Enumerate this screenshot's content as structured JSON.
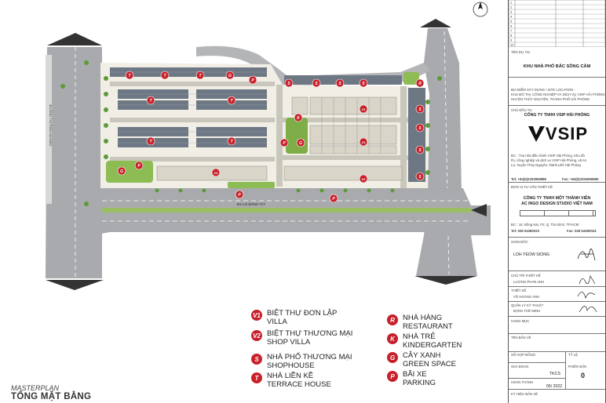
{
  "plan": {
    "side_road_label": "ĐƯỜNG THỊ TRẤN NÚI ĐÈO",
    "main_road_label": "ĐẠI LỘ ĐÔNG TÂY",
    "badges": [
      {
        "code": "T",
        "kind": "terrace"
      },
      {
        "code": "T",
        "kind": "terrace"
      },
      {
        "code": "T",
        "kind": "terrace"
      },
      {
        "code": "G",
        "kind": "green"
      },
      {
        "code": "P",
        "kind": "parking"
      },
      {
        "code": "S",
        "kind": "shop"
      },
      {
        "code": "S",
        "kind": "shop"
      },
      {
        "code": "S",
        "kind": "shop"
      },
      {
        "code": "S",
        "kind": "shop"
      },
      {
        "code": "R",
        "kind": "restaurant"
      },
      {
        "code": "T",
        "kind": "terrace"
      },
      {
        "code": "T",
        "kind": "terrace"
      },
      {
        "code": "K",
        "kind": "kindergarten"
      },
      {
        "code": "V1",
        "kind": "villa"
      },
      {
        "code": "S",
        "kind": "shop"
      },
      {
        "code": "S",
        "kind": "shop"
      },
      {
        "code": "T",
        "kind": "terrace"
      },
      {
        "code": "T",
        "kind": "terrace"
      },
      {
        "code": "P",
        "kind": "parking"
      },
      {
        "code": "G",
        "kind": "green"
      },
      {
        "code": "V1",
        "kind": "villa"
      },
      {
        "code": "S",
        "kind": "shop"
      },
      {
        "code": "G",
        "kind": "green"
      },
      {
        "code": "P",
        "kind": "parking"
      },
      {
        "code": "V2",
        "kind": "shop-villa"
      },
      {
        "code": "V2",
        "kind": "shop-villa"
      },
      {
        "code": "S",
        "kind": "shop"
      },
      {
        "code": "P",
        "kind": "parking"
      },
      {
        "code": "P",
        "kind": "parking"
      }
    ]
  },
  "legend": [
    {
      "code": "V1",
      "vi": "BIỆT THỰ ĐƠN LẬP",
      "en": "VILLA"
    },
    {
      "code": "V2",
      "vi": "BIỆT THỰ THƯƠNG MẠI",
      "en": "SHOP VILLA"
    },
    {
      "code": "S",
      "vi": "NHÀ PHỐ THƯƠNG MẠI",
      "en": "SHOPHOUSE"
    },
    {
      "code": "T",
      "vi": "NHÀ LIỀN KỀ",
      "en": "TERRACE HOUSE"
    },
    {
      "code": "R",
      "vi": "NHÀ HÀNG",
      "en": "RESTAURANT"
    },
    {
      "code": "K",
      "vi": "NHÀ TRẺ",
      "en": "KINDERGARTEN"
    },
    {
      "code": "G",
      "vi": "CÂY XANH",
      "en": "GREEN SPACE"
    },
    {
      "code": "P",
      "vi": "BÃI XE",
      "en": "PARKING"
    }
  ],
  "masterplan_label": "MASTERPLAN",
  "masterplan_title": "TỔNG MẶT BẰNG",
  "title_block": {
    "revision_numbers": [
      "1",
      "2",
      "3",
      "4",
      "5",
      "6",
      "7",
      "8",
      "9",
      "10"
    ],
    "project_heading": "TÊN DỰ ÁN",
    "project_name": "KHU NHÀ PHỐ BẮC SÔNG CẤM",
    "location_heading": "ĐỊA ĐIỂM XÂY DỰNG / SITE LOCATION :",
    "location_line1": "KHU ĐÔ THỊ, CÔNG NGHIỆP VÀ DỊCH VỤ VSIP HẢI PHÒNG",
    "location_line2": "HUYỆN THỦY NGUYÊN, THÀNH PHỐ HẢI PHÒNG",
    "owner_heading": "CHỦ ĐẦU TƯ",
    "owner_name": "CÔNG TY TNHH VSIP HẢI PHÒNG",
    "logo_text": "VSIP",
    "owner_address1": "ĐC : Tòa nhà điều hành VSIP Hải Phòng, Khu đô",
    "owner_address2": "thị, công nghiệp và dịch vụ VSIP Hải Phòng, xã An",
    "owner_address3": "Lư, huyện Thủy Nguyên, thành phố Hải Phòng",
    "owner_phone": "Tel: +84(0)2253959888",
    "owner_fax": "Fax: +84(0)2253959889",
    "consultant_heading": "ĐƠN VỊ TƯ VẤN THIẾT KẾ",
    "consultant_name1": "CÔNG TY TNHH MỘT THÀNH VIÊN",
    "consultant_name2": "AC INGO DESIGN STUDIO VIỆT NAM",
    "consultant_address": "ĐC : 18, Đồng Nai, P2, Q. Tân Bình, TP.HCM",
    "consultant_tel": "Tel: 028 54380023",
    "consultant_fax": "Fax: 028 54380024",
    "director_heading": "GIÁM ĐỐC",
    "director_name": "LOH YEOW SIONG",
    "lead_designer_heading": "CHỦ TRÌ THIẾT KẾ",
    "lead_designer_name": "LƯƠNG PHAN ANH",
    "designer_heading": "THIẾT KẾ",
    "designer_name": "VÕ HOÀNG ANH",
    "qa_heading": "QUẢN LÝ KỸ THUẬT",
    "qa_name": "ĐẶNG THẾ MINH",
    "category_heading": "HẠNG MỤC",
    "drawing_name_heading": "TÊN BẢN VẼ",
    "contract_heading": "SỐ HỢP ĐỒNG",
    "scale_heading": "TỶ LỆ",
    "stage_heading": "GIAI ĐOẠN",
    "stage_value": "TKCS",
    "revision_heading": "PHIÊN BẢN",
    "revision_value": "0",
    "completion_heading": "HOÀN THÀNH",
    "completion_value": "05/ 2022",
    "drawing_no_heading": "KÝ HIỆU BẢN VẼ"
  },
  "colors": {
    "badge": "#c8202a",
    "road": "#a9aaad",
    "green": "#8dbb54",
    "roof": "#6d7884",
    "plot": "#f1eee6"
  }
}
